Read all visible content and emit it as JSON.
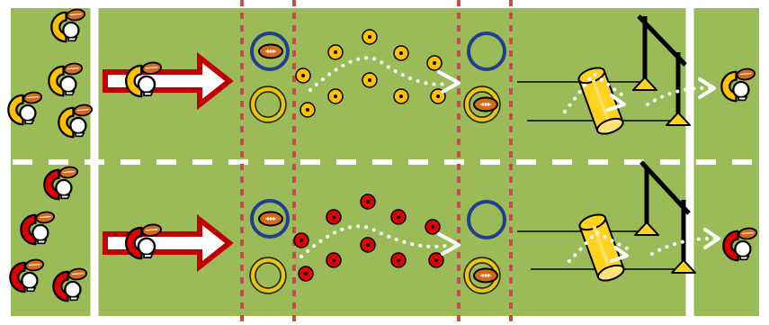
{
  "colors": {
    "field": "#9bbb59",
    "line": "#ffffff",
    "divider": "#c0504d",
    "arrow_border": "#c00000",
    "ring_blue": "#1f3f8f",
    "ring_yellow_border": "#222200",
    "ball": "#d46a1a",
    "team_yellow": "#ffc000",
    "team_red": "#e00000",
    "cone_yellow": "#ffd21f",
    "pole": "#000000"
  },
  "lanes": [
    {
      "team": "yellow",
      "waiting_players": 4,
      "dots": "yellow"
    },
    {
      "team": "red",
      "waiting_players": 4,
      "dots": "red"
    }
  ],
  "icons": {
    "player": "player-helmet-icon",
    "ball": "rugby-ball-icon",
    "tackle_bag": "tackle-bag-icon",
    "pole": "pole-icon",
    "cone": "cone-icon",
    "arrow": "direction-arrow-icon"
  }
}
